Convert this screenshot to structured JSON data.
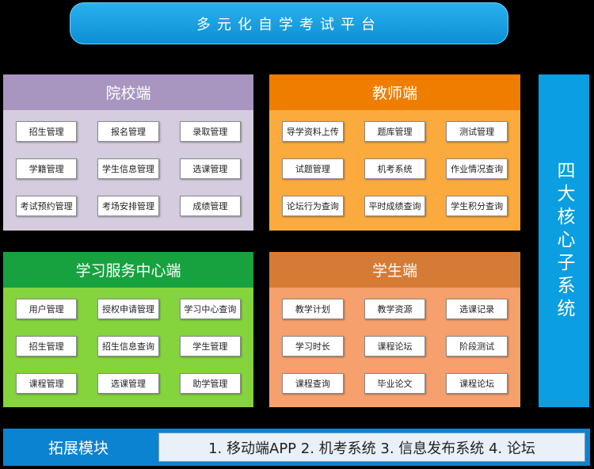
{
  "title": "多元化自学考试平台",
  "panels": [
    {
      "header": "院校端",
      "items": [
        "招生管理",
        "报名管理",
        "录取管理",
        "学籍管理",
        "学生信息管理",
        "选课管理",
        "考试预约管理",
        "考场安排管理",
        "成绩管理"
      ]
    },
    {
      "header": "教师端",
      "items": [
        "导学资料上传",
        "题库管理",
        "测试管理",
        "试题管理",
        "机考系统",
        "作业情况查询",
        "论坛行为查询",
        "平时成绩查询",
        "学生积分查询"
      ]
    },
    {
      "header": "学习服务中心端",
      "items": [
        "用户管理",
        "授权申请管理",
        "学习中心查询",
        "招生管理",
        "招生信息查询",
        "学生管理",
        "课程管理",
        "选课管理",
        "助学管理"
      ]
    },
    {
      "header": "学生端",
      "items": [
        "教学计划",
        "教学资源",
        "选课记录",
        "学习时长",
        "课程论坛",
        "阶段测试",
        "课程查询",
        "毕业论文",
        "课程论坛"
      ]
    }
  ],
  "core": "四大核心子系统",
  "extension": {
    "label": "拓展模块",
    "content": "1. 移动端APP 2. 机考系统 3. 信息发布系统 4. 论坛"
  }
}
